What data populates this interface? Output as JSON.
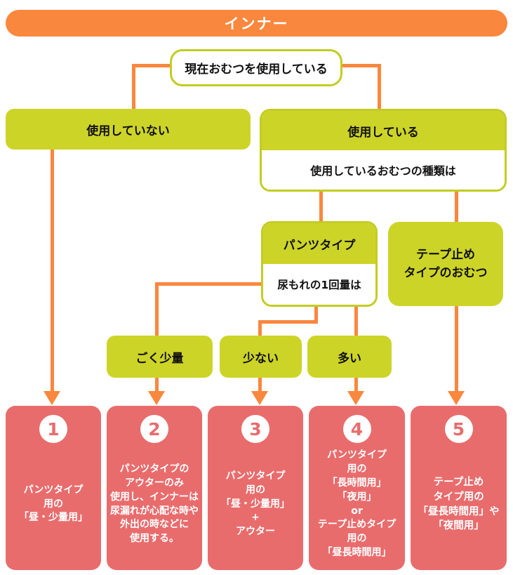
{
  "colors": {
    "orange": "#FA873E",
    "green": "#CDD428",
    "border_green": "#C3CC21",
    "pink": "#E96C6D"
  },
  "banner": {
    "title": "インナー"
  },
  "nodes": {
    "root": "現在おむつを使用している",
    "not_using": "使用していない",
    "using": "使用している",
    "using_type_question": "使用しているおむつの種類は",
    "pants_type": "パンツタイプ",
    "leak_volume_question": "尿もれの1回量は",
    "tape_type_line1": "テープ止め",
    "tape_type_line2": "タイプのおむつ",
    "very_small": "ごく少量",
    "small": "少ない",
    "large": "多い"
  },
  "results": [
    {
      "number": "1",
      "lines": [
        "パンツタイプ",
        "用の",
        "「昼・少量用」"
      ]
    },
    {
      "number": "2",
      "lines": [
        "パンツタイプの",
        "アウターのみ",
        "使用し、インナーは",
        "尿漏れが心配な時や",
        "外出の時などに",
        "使用する。"
      ]
    },
    {
      "number": "3",
      "lines": [
        "パンツタイプ",
        "用の",
        "「昼・少量用」",
        "+",
        "アウター"
      ]
    },
    {
      "number": "4",
      "lines": [
        "パンツタイプ",
        "用の",
        "「長時間用」",
        "「夜用」",
        "or",
        "テープ止めタイプ",
        "用の",
        "「昼長時間用」"
      ]
    },
    {
      "number": "5",
      "lines": [
        "テープ止め",
        "タイプ用の",
        "「昼長時間用」や",
        "「夜間用」"
      ]
    }
  ]
}
